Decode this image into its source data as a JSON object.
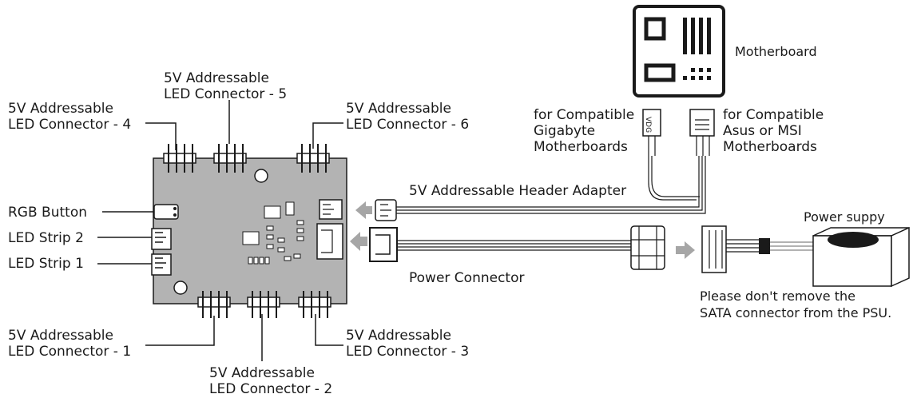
{
  "diagram": {
    "connectors": {
      "c4": {
        "line1": "5V Addressable",
        "line2": "LED Connector - 4"
      },
      "c5": {
        "line1": "5V Addressable",
        "line2": "LED Connector - 5"
      },
      "c6": {
        "line1": "5V Addressable",
        "line2": "LED Connector - 6"
      },
      "c1": {
        "line1": "5V Addressable",
        "line2": "LED Connector - 1"
      },
      "c2": {
        "line1": "5V Addressable",
        "line2": "LED Connector - 2"
      },
      "c3": {
        "line1": "5V Addressable",
        "line2": "LED Connector - 3"
      }
    },
    "rgb_button": "RGB Button",
    "led_strip_2": "LED Strip 2",
    "led_strip_1": "LED Strip 1",
    "header_adapter": "5V Addressable Header Adapter",
    "power_connector": "Power Connector",
    "motherboard": "Motherboard",
    "gigabyte": {
      "line1": "for Compatible",
      "line2": "Gigabyte",
      "line3": "Motherboards"
    },
    "asus_msi": {
      "line1": "for Compatible",
      "line2": "Asus or MSI",
      "line3": "Motherboards"
    },
    "vdg_plug": "VDG",
    "power_supply": "Power suppy",
    "psu_note": {
      "line1": "Please don't remove the",
      "line2": "SATA connector from the PSU."
    }
  }
}
